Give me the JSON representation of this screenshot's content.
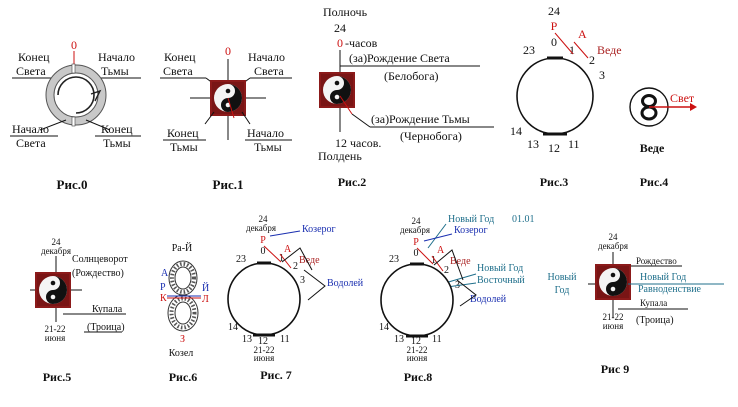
{
  "colors": {
    "red": "#cc1111",
    "dark_red": "#aa2222",
    "blue": "#1a2fb0",
    "teal": "#1f6f8b",
    "tile": "#8b1a1a"
  },
  "fig0": {
    "caption": "Рис.0",
    "tl1": "Конец",
    "tl2": "Света",
    "tr1": "Начало",
    "tr2": "Тьмы",
    "bl1": "Начало",
    "bl2": "Света",
    "br1": "Конец",
    "br2": "Тьмы",
    "zero": "0"
  },
  "fig1": {
    "caption": "Рис.1",
    "tl1": "Конец",
    "tl2": "Света",
    "tr1": "Начало",
    "tr2": "Света",
    "bl1": "Конец",
    "bl2": "Тьмы",
    "br1": "Начало",
    "br2": "Тьмы",
    "zero": "0"
  },
  "fig2": {
    "caption": "Рис.2",
    "top1": "Полночь",
    "top2": "24",
    "zero": "0",
    "hours": "-часов",
    "birth_light": "(за)Рождение Света",
    "belobog": "(Белобога)",
    "birth_dark": "(за)Рождение Тьмы",
    "chernobog": "(Чернобога)",
    "noon_h": "12 часов.",
    "noon": "Полдень"
  },
  "fig3": {
    "caption": "Рис.3",
    "n24": "24",
    "p": "Р",
    "n0": "0",
    "a": "А",
    "n1": "1",
    "vede": "Веде",
    "n2": "2",
    "n3": "3",
    "n23": "23",
    "n14": "14",
    "n13": "13",
    "n12": "12",
    "n11": "11"
  },
  "fig4": {
    "caption": "Рис.4",
    "light": "Свет",
    "vede": "Веде"
  },
  "fig5": {
    "caption": "Рис.5",
    "dec1": "24",
    "dec2": "декабря",
    "solst1": "Солнцеворот",
    "solst2": "(Рождество)",
    "kupala": "Купала",
    "troitsa": "(Троица)",
    "jun1": "21-22",
    "jun2": "июня"
  },
  "fig6": {
    "caption": "Рис.6",
    "ra": "Ра-Й",
    "a": "А",
    "r": "Р",
    "k": "К",
    "y": "Й",
    "l": "Л",
    "z": "З",
    "kozel": "Козел"
  },
  "fig7": {
    "caption": "Рис. 7",
    "dec1": "24",
    "dec2": "декабря",
    "kozerog": "Козерог",
    "p": "Р",
    "a": "А",
    "n0": "0",
    "n1": "1",
    "vede": "Веде",
    "n2": "2",
    "n3": "3",
    "vodoley": "Водолей",
    "n23": "23",
    "n14": "14",
    "n13": "13",
    "n12": "12",
    "jun1": "21-22",
    "jun2": "июня",
    "n11": "11"
  },
  "fig8": {
    "caption": "Рис.8",
    "ny": "Новый Год",
    "ny_date": "01.01",
    "dec1": "24",
    "dec2": "декабря",
    "kozerog": "Козерог",
    "p": "Р",
    "a": "А",
    "n0": "0",
    "n1": "1",
    "vede": "Веде",
    "n2": "2",
    "ny2": "Новый Год",
    "vostochny": "Восточный",
    "n3": "3",
    "vodoley": "Водолей",
    "n23": "23",
    "n14": "14",
    "n13": "13",
    "n12": "12",
    "jun1": "21-22",
    "jun2": "июня",
    "n11": "11"
  },
  "fig9": {
    "caption": "Рис 9",
    "dec1": "24",
    "dec2": "декабря",
    "rozhd": "Рождество",
    "new1": "Новый",
    "new2": "Год",
    "ny": "Новый Год",
    "ravno": "Равноденствие",
    "kupala": "Купала",
    "jun1": "21-22",
    "jun2": "июня",
    "troitsa": "(Троица)"
  }
}
